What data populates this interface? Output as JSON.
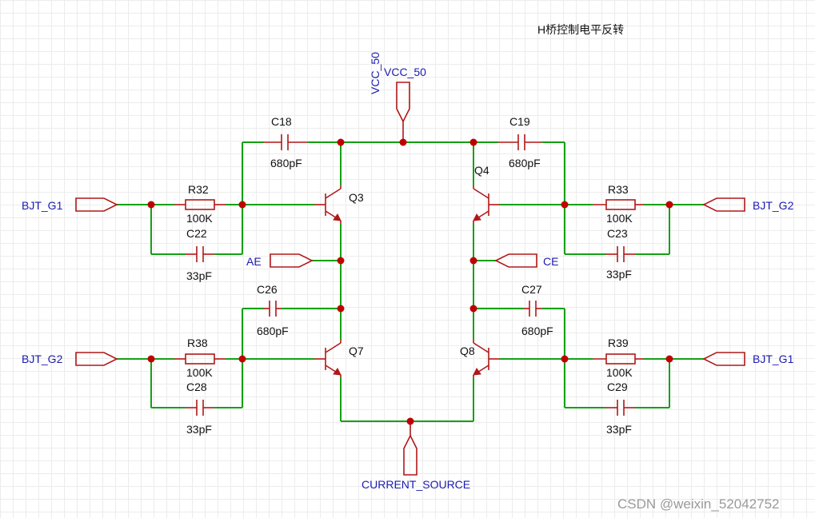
{
  "diagram_title": "H桥控制电平反转",
  "watermark": "CSDN @weixin_52042752",
  "nets": {
    "vcc_rot": "VCC_50",
    "vcc": "VCC_50",
    "current_source": "CURRENT_SOURCE",
    "ae": "AE",
    "ce": "CE",
    "bjt_g1_left": "BJT_G1",
    "bjt_g2_right": "BJT_G2",
    "bjt_g2_left": "BJT_G2",
    "bjt_g1_right": "BJT_G1"
  },
  "components": {
    "c18": {
      "ref": "C18",
      "value": "680pF"
    },
    "c19": {
      "ref": "C19",
      "value": "680pF"
    },
    "c26": {
      "ref": "C26",
      "value": "680pF"
    },
    "c27": {
      "ref": "C27",
      "value": "680pF"
    },
    "r32": {
      "ref": "R32",
      "value": "100K"
    },
    "r33": {
      "ref": "R33",
      "value": "100K"
    },
    "r38": {
      "ref": "R38",
      "value": "100K"
    },
    "r39": {
      "ref": "R39",
      "value": "100K"
    },
    "c22": {
      "ref": "C22",
      "value": "33pF"
    },
    "c23": {
      "ref": "C23",
      "value": "33pF"
    },
    "c28": {
      "ref": "C28",
      "value": "33pF"
    },
    "c29": {
      "ref": "C29",
      "value": "33pF"
    },
    "q3": {
      "ref": "Q3"
    },
    "q4": {
      "ref": "Q4"
    },
    "q7": {
      "ref": "Q7"
    },
    "q8": {
      "ref": "Q8"
    }
  }
}
